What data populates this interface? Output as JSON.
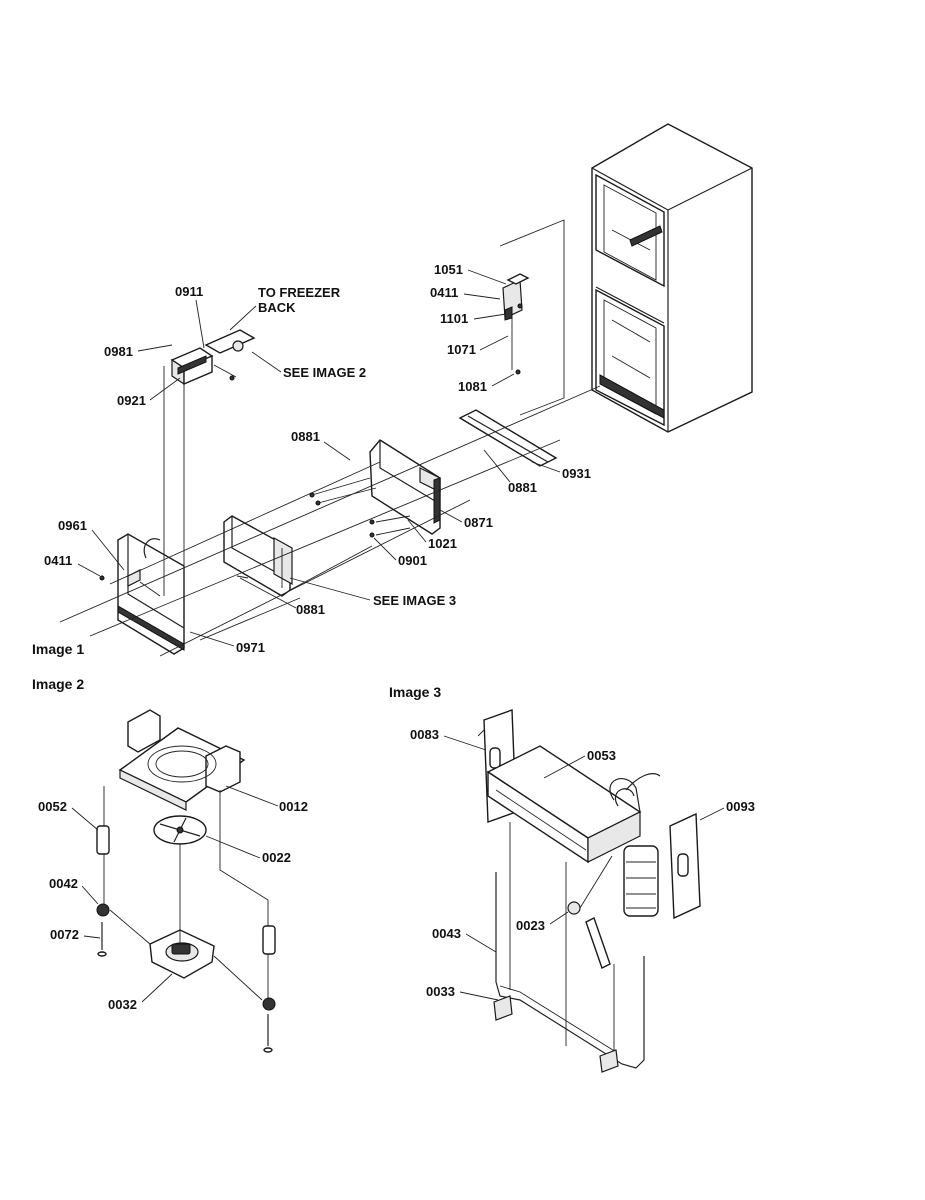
{
  "sections": {
    "image1": "Image 1",
    "image2": "Image 2",
    "image3": "Image 3"
  },
  "notes": {
    "to_freezer_back_1": "TO FREEZER",
    "to_freezer_back_2": "BACK",
    "see_image_2": "SEE IMAGE 2",
    "see_image_3": "SEE IMAGE 3"
  },
  "image1_parts": {
    "p1051": "1051",
    "p0411a": "0411",
    "p1101": "1101",
    "p1071": "1071",
    "p1081": "1081",
    "p0911": "0911",
    "p0981": "0981",
    "p0921": "0921",
    "p0881a": "0881",
    "p0931": "0931",
    "p0881b": "0881",
    "p0871": "0871",
    "p1021": "1021",
    "p0901": "0901",
    "p0961": "0961",
    "p0411b": "0411",
    "p0881c": "0881",
    "p0971": "0971"
  },
  "image2_parts": {
    "p0052": "0052",
    "p0012": "0012",
    "p0022": "0022",
    "p0042": "0042",
    "p0072": "0072",
    "p0032": "0032"
  },
  "image3_parts": {
    "p0083": "0083",
    "p0053": "0053",
    "p0093": "0093",
    "p0023": "0023",
    "p0043": "0043",
    "p0033": "0033"
  },
  "colors": {
    "ink": "#111111",
    "paper": "#ffffff"
  }
}
